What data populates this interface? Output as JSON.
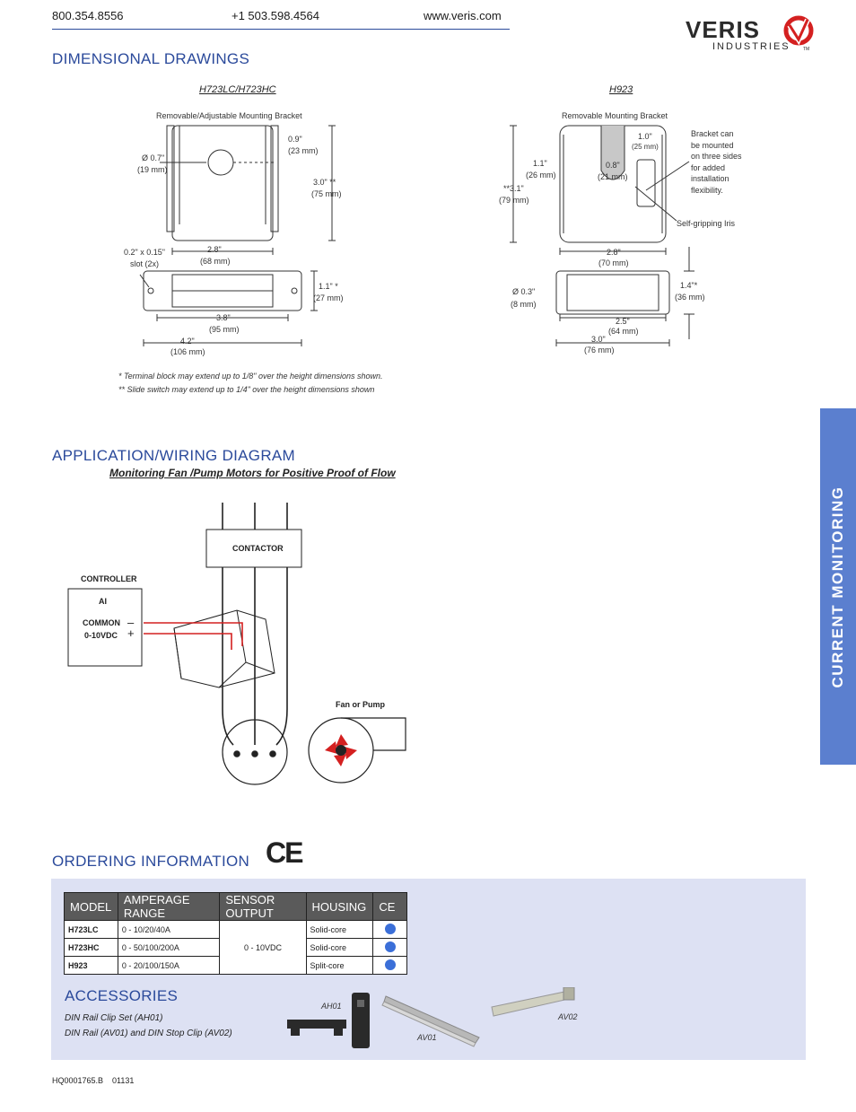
{
  "header": {
    "phone1": "800.354.8556",
    "phone2": "+1 503.598.4564",
    "website": "www.veris.com",
    "brand_name": "VERIS",
    "brand_sub": "INDUSTRIES",
    "brand_tm": "TM"
  },
  "dimensional": {
    "title": "DIMENSIONAL DRAWINGS",
    "left_model": "H723LC/H723HC",
    "right_model": "H923",
    "left_bracket_label": "Removable/Adjustable Mounting Bracket",
    "right_bracket_label": "Removable Mounting Bracket",
    "dims_left": {
      "d07": "Ø 0.7\"",
      "d07mm": "(19 mm)",
      "d09": "0.9\"",
      "d09mm": "(23 mm)",
      "d30": "3.0\" **",
      "d30mm": "(75 mm)",
      "d28": "2.8\"",
      "d28mm": "(68 mm)",
      "slot": "0.2\" x 0.15\"",
      "slot2": "slot (2x)",
      "d11": "1.1\" *",
      "d11mm": "(27 mm)",
      "d38": "3.8\"",
      "d38mm": "(95 mm)",
      "d42": "4.2\"",
      "d42mm": "(106 mm)"
    },
    "dims_right": {
      "d10": "1.0\"",
      "d10mm": "(25 mm)",
      "d11": "1.1\"",
      "d11mm": "(26 mm)",
      "d08": "0.8\"",
      "d08mm": "(21 mm)",
      "d31": "**3.1\"",
      "d31mm": "(79 mm)",
      "d28": "2.8\"",
      "d28mm": "(70 mm)",
      "d03": "Ø 0.3\"",
      "d03mm": "(8 mm)",
      "d14": "1.4\"*",
      "d14mm": "(36 mm)",
      "d25": "2.5\"",
      "d25mm": "(64 mm)",
      "d30": "3.0\"",
      "d30mm": "(76 mm)"
    },
    "bracket_note": [
      "Bracket can",
      "be mounted",
      "on three sides",
      "for added",
      "installation",
      "flexibility."
    ],
    "iris_label": "Self-gripping Iris",
    "note1": "*  Terminal block may extend up to 1/8\" over the height dimensions shown.",
    "note2": "** Slide switch may extend up to 1/4\" over the height dimensions shown"
  },
  "wiring": {
    "title": "APPLICATION/WIRING DIAGRAM",
    "subtitle": "Monitoring Fan /Pump Motors for Positive Proof of Flow",
    "contactor": "CONTACTOR",
    "controller": "CONTROLLER",
    "ai": "AI",
    "common": "COMMON",
    "range": "0-10VDC",
    "minus": "–",
    "plus": "+",
    "fan": "Fan or Pump"
  },
  "ordering": {
    "title": "ORDERING INFORMATION",
    "ce_mark": "CE",
    "headers": [
      "MODEL",
      "AMPERAGE RANGE",
      "SENSOR OUTPUT",
      "HOUSING",
      "CE"
    ],
    "rows": [
      {
        "model": "H723LC",
        "range": "0 - 10/20/40A",
        "housing": "Solid-core"
      },
      {
        "model": "H723HC",
        "range": "0 - 50/100/200A",
        "housing": "Solid-core"
      },
      {
        "model": "H923",
        "range": "0 - 20/100/150A",
        "housing": "Split-core"
      }
    ],
    "sensor_output": "0 - 10VDC"
  },
  "accessories": {
    "title": "ACCESSORIES",
    "line1": "DIN Rail Clip Set (AH01)",
    "line2": "DIN Rail (AV01) and DIN Stop Clip (AV02)",
    "ah01": "AH01",
    "av01": "AV01",
    "av02": "AV02"
  },
  "side_tab": "CURRENT MONITORING",
  "footer": {
    "code": "HQ0001765.B    01131"
  },
  "colors": {
    "accent": "#2b4a9b",
    "tab": "#5b7fcf",
    "panel": "#dde1f3",
    "wire_red": "#d42020",
    "dot": "#3b6fd8"
  }
}
